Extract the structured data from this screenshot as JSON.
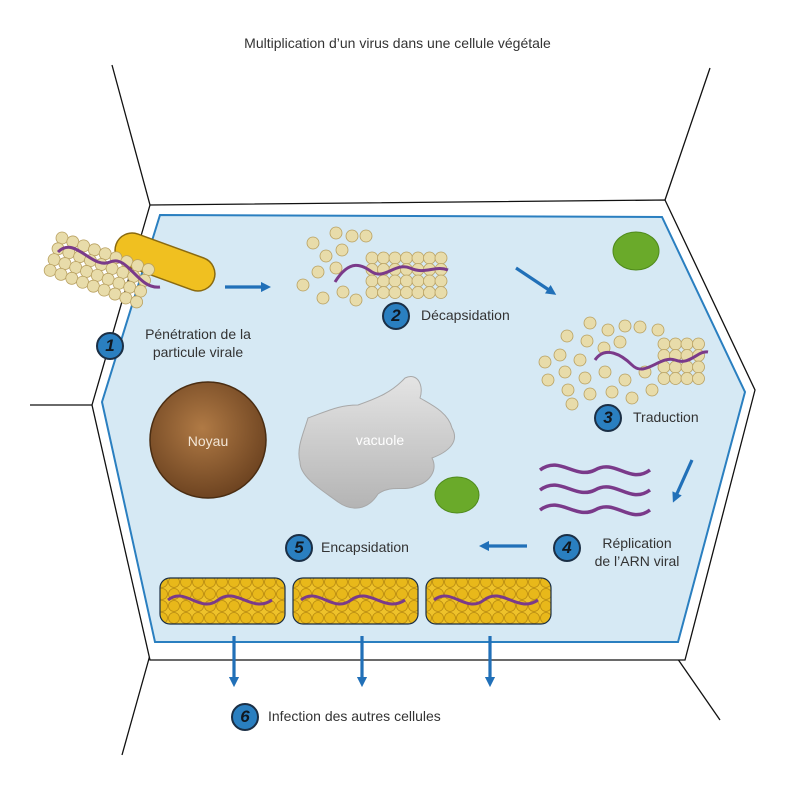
{
  "title": "Multiplication d’un virus dans une cellule végétale",
  "organelles": {
    "nucleus": "Noyau",
    "vacuole": "vacuole"
  },
  "steps": [
    {
      "number": "1",
      "label_line1": "Pénétration de la",
      "label_line2": "particule virale"
    },
    {
      "number": "2",
      "label": "Décapsidation"
    },
    {
      "number": "3",
      "label": "Traduction"
    },
    {
      "number": "4",
      "label_line1": "Réplication",
      "label_line2": "de l’ARN viral"
    },
    {
      "number": "5",
      "label": "Encapsidation"
    },
    {
      "number": "6",
      "label": "Infection des autres cellules"
    }
  ],
  "colors": {
    "cell_fill": "#d6e9f4",
    "cell_border": "#2a7fc0",
    "nucleus": "#8a5a2e",
    "vacuole": "#c4c4c4",
    "chloroplast": "#6aaa2a",
    "capsid_tube": "#f0c020",
    "capsomer": "#e8dcaa",
    "rna": "#7a3a8a",
    "arrow": "#2170b8"
  }
}
